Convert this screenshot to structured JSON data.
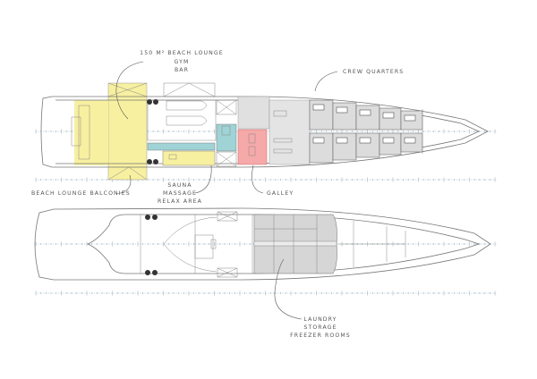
{
  "title": "Yacht General Arrangement Deck Plans",
  "colors": {
    "beach_lounge": "#f7f0a0",
    "sauna": "#9fd3d6",
    "galley": "#f5a9a9",
    "crew": "#d9d9d9",
    "storage": "#d6d6d6",
    "line": "#777777",
    "axis": "#9bb8cf"
  },
  "upper_deck": {
    "labels": {
      "beach_lounge": [
        "150 m² Beach Lounge",
        "Gym",
        "Bar"
      ],
      "crew_quarters": "Crew Quarters",
      "balconies": "Beach Lounge Balconies",
      "spa": [
        "Sauna",
        "Massage",
        "Relax Area"
      ],
      "galley": "Galley"
    }
  },
  "lower_deck": {
    "labels": {
      "service": [
        "Laundry",
        "Storage",
        "Freezer Rooms"
      ]
    }
  }
}
